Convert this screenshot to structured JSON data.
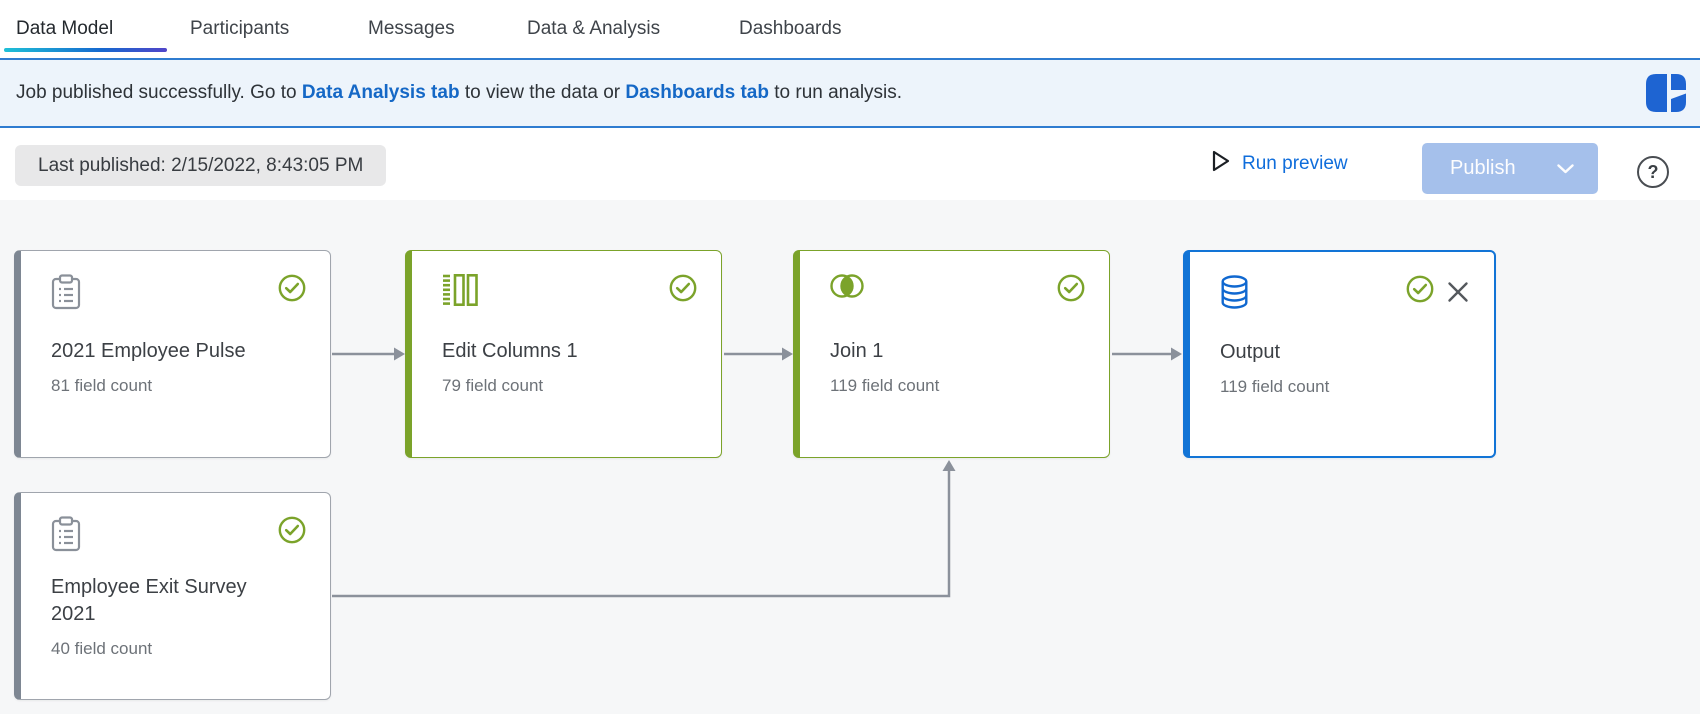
{
  "tabs": [
    {
      "label": "Data Model",
      "active": true
    },
    {
      "label": "Participants",
      "active": false
    },
    {
      "label": "Messages",
      "active": false
    },
    {
      "label": "Data & Analysis",
      "active": false
    },
    {
      "label": "Dashboards",
      "active": false
    }
  ],
  "banner": {
    "text_start": "Job published successfully. Go to ",
    "link_data_analysis": "Data Analysis tab",
    "text_middle": " to view the data or ",
    "link_dashboards": "Dashboards tab",
    "text_end": " to run analysis.",
    "logo_icon": "app-logo-icon"
  },
  "toolbar": {
    "last_published": "Last published: 2/15/2022, 8:43:05 PM",
    "run_preview_label": "Run preview",
    "run_preview_icon": "play-icon",
    "publish_label": "Publish",
    "publish_chevron_icon": "chevron-down-icon",
    "help_label": "?"
  },
  "flow": {
    "nodes": [
      {
        "title": "2021 Employee Pulse",
        "subtitle": "81 field count",
        "icon": "clipboard-icon",
        "variant": "source",
        "status": "success"
      },
      {
        "title": "Edit Columns 1",
        "subtitle": "79 field count",
        "icon": "edit-columns-icon",
        "variant": "transform",
        "status": "success"
      },
      {
        "title": "Join 1",
        "subtitle": "119 field count",
        "icon": "join-icon",
        "variant": "transform",
        "status": "success"
      },
      {
        "title": "Output",
        "subtitle": "119 field count",
        "icon": "database-icon",
        "variant": "output",
        "status": "success",
        "closable": true
      },
      {
        "title": "Employee Exit Survey 2021",
        "subtitle": "40 field count",
        "icon": "clipboard-icon",
        "variant": "source",
        "status": "success"
      }
    ]
  },
  "colors": {
    "accent_blue": "#1274d6",
    "success_green": "#7ba32a",
    "link_blue": "#1568c6",
    "publish_button_bg": "#a5c0eb",
    "banner_bg": "#edf4fb",
    "connector_gray": "#8b919b",
    "tab_underline_gradient_start": "#1fc0d7",
    "tab_underline_gradient_end": "#5145c9"
  }
}
